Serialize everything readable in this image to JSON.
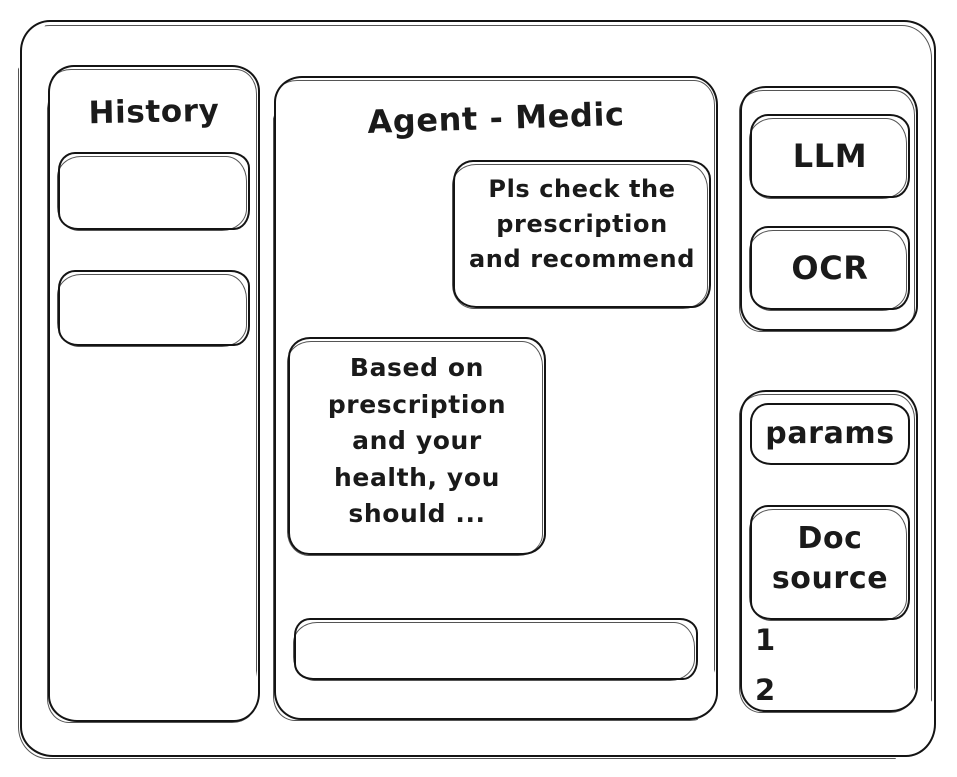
{
  "window": {
    "name": "agent-medic-wireframe"
  },
  "sidebar": {
    "title": "History",
    "items": [
      {
        "label": ""
      },
      {
        "label": ""
      }
    ]
  },
  "main": {
    "title": "Agent - Medic",
    "messages": [
      {
        "role": "user",
        "text": "Pls check the\nprescription\nand recommend"
      },
      {
        "role": "assistant",
        "text": "Based on\nprescription\nand your\nhealth, you\nshould ..."
      }
    ],
    "composer": {
      "value": "",
      "placeholder": ""
    }
  },
  "tools": {
    "top_group": [
      {
        "label": "LLM"
      },
      {
        "label": "OCR"
      }
    ],
    "bottom_group": [
      {
        "label": "params"
      },
      {
        "label": "Doc\nsource"
      }
    ],
    "doc_sources": [
      {
        "label": "1"
      },
      {
        "label": "2"
      }
    ]
  },
  "style": {
    "stroke": "#141414",
    "background": "#ffffff"
  }
}
